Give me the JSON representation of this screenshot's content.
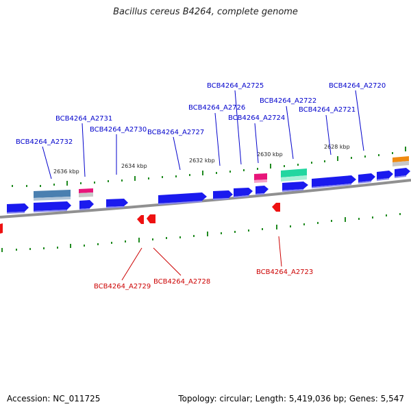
{
  "title": "Bacillus cereus B4264, complete genome",
  "footer": {
    "accession": "Accession: NC_011725",
    "summary": "Topology: circular; Length: 5,419,036 bp; Genes: 5,547"
  },
  "kbp_labels": [
    "2636 kbp",
    "2634 kbp",
    "2632 kbp",
    "2630 kbp",
    "2628 kbp"
  ],
  "forward_gene_labels": [
    "BCB4264_A2732",
    "BCB4264_A2731",
    "BCB4264_A2730",
    "BCB4264_A2727",
    "BCB4264_A2726",
    "BCB4264_A2725",
    "BCB4264_A2724",
    "BCB4264_A2722",
    "BCB4264_A2721",
    "BCB4264_A2720"
  ],
  "reverse_gene_labels": [
    "BCB4264_A2729",
    "BCB4264_A2728",
    "BCB4264_A2723"
  ],
  "colors": {
    "forward_label": "#0000cc",
    "reverse_label": "#cc0000",
    "forward_gene": "#1a1aee",
    "reverse_gene": "#ee1111",
    "pink_gene": "#e8157a",
    "teal_gene": "#22d6a0",
    "steel_gene": "#4a7fb0",
    "orange_gene": "#f08a10",
    "backbone": "#808080",
    "tick": "#1f8a1f"
  }
}
